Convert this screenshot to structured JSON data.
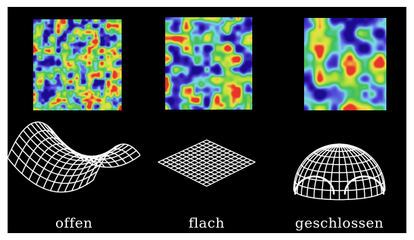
{
  "panels": [
    {
      "label": "offen",
      "geometry": "saddle-surface",
      "spot_scale": "small"
    },
    {
      "label": "flach",
      "geometry": "flat-plane",
      "spot_scale": "medium"
    },
    {
      "label": "geschlossen",
      "geometry": "sphere-dome",
      "spot_scale": "large"
    }
  ],
  "colors": {
    "background": "#000000",
    "grid": "#ffffff",
    "map_palette": [
      "#1c0b8e",
      "#4f3ed6",
      "#7fd8f0",
      "#3fbf59",
      "#b8de3a",
      "#f0e146",
      "#e8352a"
    ]
  }
}
